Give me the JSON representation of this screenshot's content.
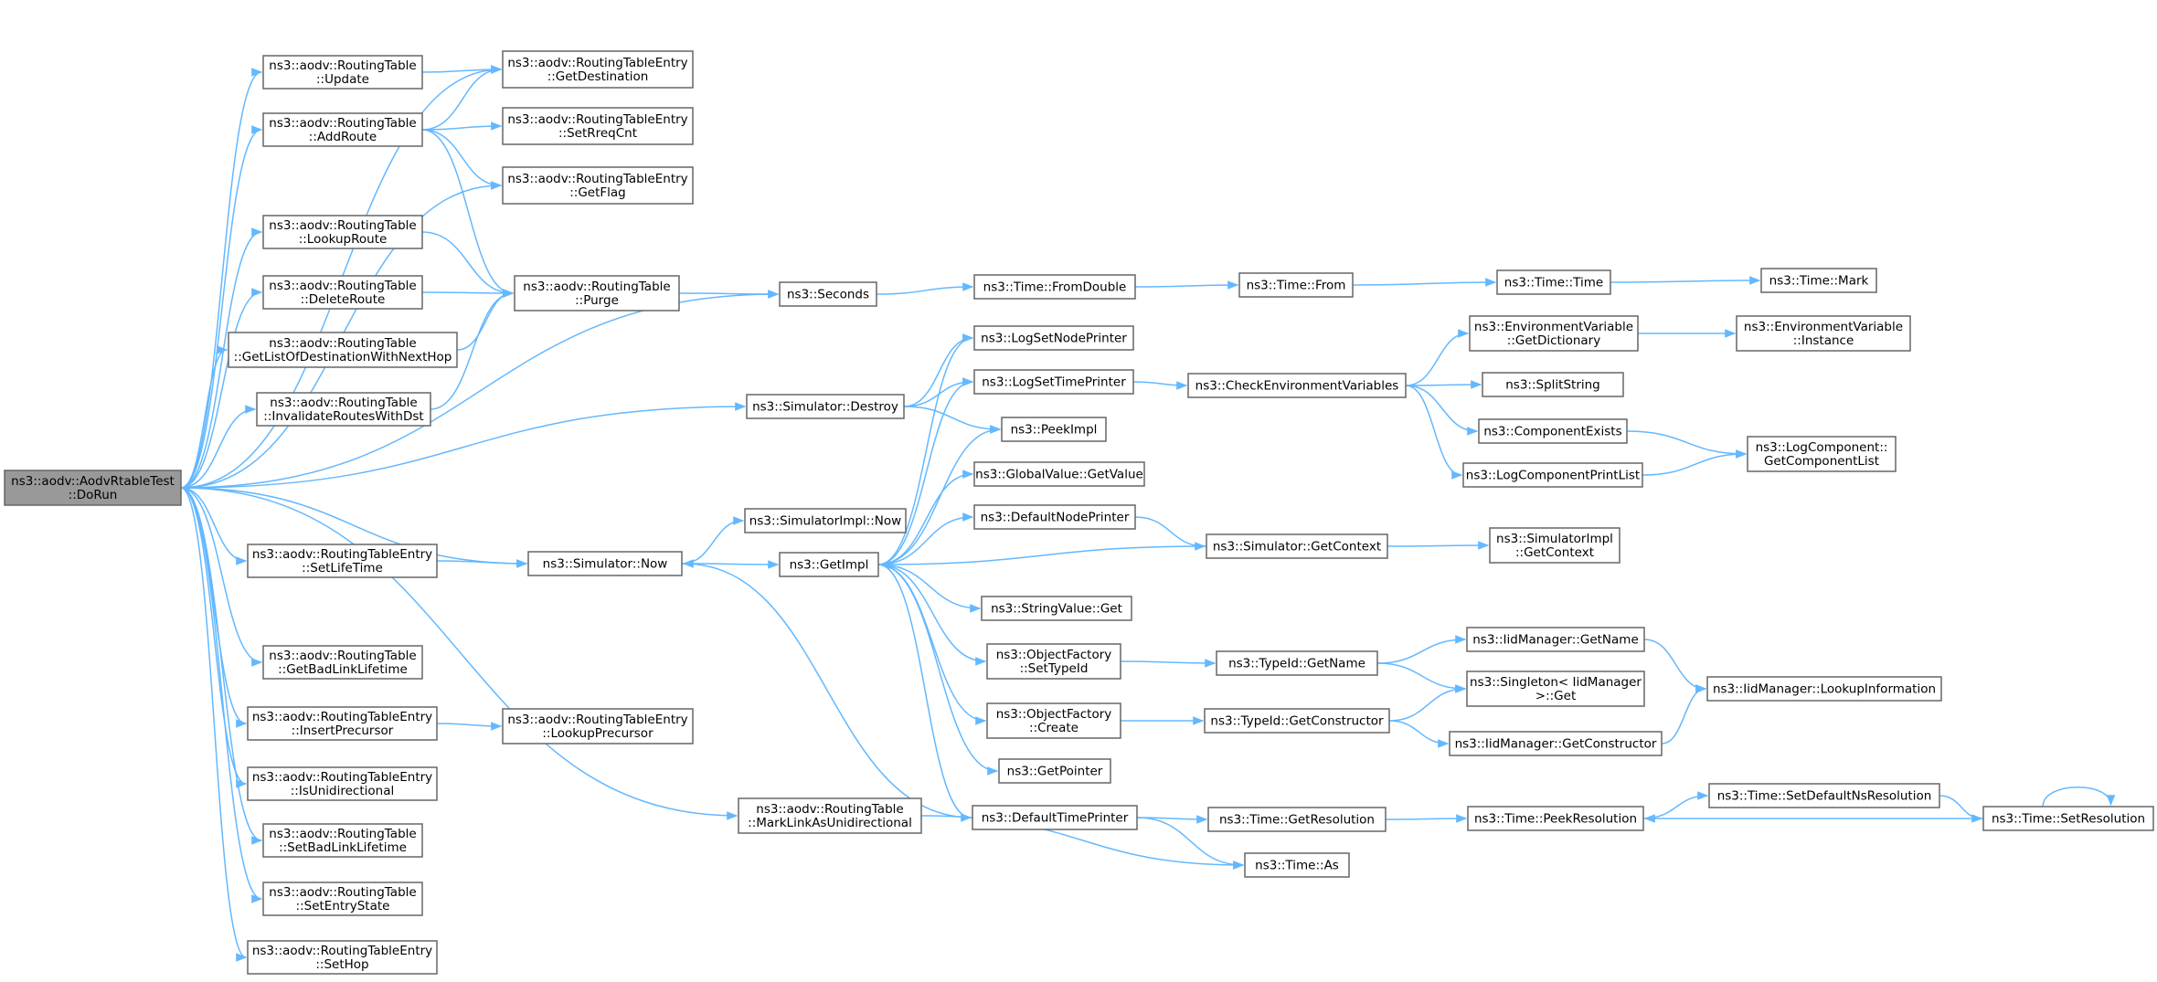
{
  "graph": {
    "title": "",
    "edge_color": "#63b8ff",
    "node_border_color": "#666666",
    "root_fill_color": "#999999",
    "nodes": [
      {
        "id": "root",
        "name": "node-aodvrtabletest-dorun",
        "lines": [
          "ns3::aodv::AodvRtableTest",
          "::DoRun"
        ],
        "root": true
      },
      {
        "id": "rt_update",
        "name": "node-routingtable-update",
        "lines": [
          "ns3::aodv::RoutingTable",
          "::Update"
        ]
      },
      {
        "id": "rt_addroute",
        "name": "node-routingtable-addroute",
        "lines": [
          "ns3::aodv::RoutingTable",
          "::AddRoute"
        ]
      },
      {
        "id": "rt_lookuproute",
        "name": "node-routingtable-lookuproute",
        "lines": [
          "ns3::aodv::RoutingTable",
          "::LookupRoute"
        ]
      },
      {
        "id": "rt_deleteroute",
        "name": "node-routingtable-deleteroute",
        "lines": [
          "ns3::aodv::RoutingTable",
          "::DeleteRoute"
        ]
      },
      {
        "id": "rt_getlist",
        "name": "node-routingtable-getlistofdestinationwithnexthop",
        "lines": [
          "ns3::aodv::RoutingTable",
          "::GetListOfDestinationWithNextHop"
        ]
      },
      {
        "id": "rt_invalidate",
        "name": "node-routingtable-invalidatrouteswithdst",
        "lines": [
          "ns3::aodv::RoutingTable",
          "::InvalidateRoutesWithDst"
        ]
      },
      {
        "id": "rte_setlifetime",
        "name": "node-routingtableentry-setlifetime",
        "lines": [
          "ns3::aodv::RoutingTableEntry",
          "::SetLifeTime"
        ]
      },
      {
        "id": "rt_getbadlink",
        "name": "node-routingtable-getbadlinklifetime",
        "lines": [
          "ns3::aodv::RoutingTable",
          "::GetBadLinkLifetime"
        ]
      },
      {
        "id": "rte_insertprec",
        "name": "node-routingtableentry-insertprecursor",
        "lines": [
          "ns3::aodv::RoutingTableEntry",
          "::InsertPrecursor"
        ]
      },
      {
        "id": "rte_isunidir",
        "name": "node-routingtableentry-isunidirectional",
        "lines": [
          "ns3::aodv::RoutingTableEntry",
          "::IsUnidirectional"
        ]
      },
      {
        "id": "rt_setbadlink",
        "name": "node-routingtable-setbadlinklifetime",
        "lines": [
          "ns3::aodv::RoutingTable",
          "::SetBadLinkLifetime"
        ]
      },
      {
        "id": "rt_setentrystate",
        "name": "node-routingtable-setentrystate",
        "lines": [
          "ns3::aodv::RoutingTable",
          "::SetEntryState"
        ]
      },
      {
        "id": "rte_sethop",
        "name": "node-routingtableentry-sethop",
        "lines": [
          "ns3::aodv::RoutingTableEntry",
          "::SetHop"
        ]
      },
      {
        "id": "rte_getdest",
        "name": "node-routingtableentry-getdestination",
        "lines": [
          "ns3::aodv::RoutingTableEntry",
          "::GetDestination"
        ]
      },
      {
        "id": "rte_setrreq",
        "name": "node-routingtableentry-setrreqcnt",
        "lines": [
          "ns3::aodv::RoutingTableEntry",
          "::SetRreqCnt"
        ]
      },
      {
        "id": "rte_getflag",
        "name": "node-routingtableentry-getflag",
        "lines": [
          "ns3::aodv::RoutingTableEntry",
          "::GetFlag"
        ]
      },
      {
        "id": "rt_purge",
        "name": "node-routingtable-purge",
        "lines": [
          "ns3::aodv::RoutingTable",
          "::Purge"
        ]
      },
      {
        "id": "rte_lookupprec",
        "name": "node-routingtableentry-lookupprecursor",
        "lines": [
          "ns3::aodv::RoutingTableEntry",
          "::LookupPrecursor"
        ]
      },
      {
        "id": "seconds",
        "name": "node-seconds",
        "lines": [
          "ns3::Seconds"
        ]
      },
      {
        "id": "sim_destroy",
        "name": "node-simulator-destroy",
        "lines": [
          "ns3::Simulator::Destroy"
        ]
      },
      {
        "id": "simimpl_now",
        "name": "node-simulatorimpl-now",
        "lines": [
          "ns3::SimulatorImpl::Now"
        ]
      },
      {
        "id": "sim_now",
        "name": "node-simulator-now",
        "lines": [
          "ns3::Simulator::Now"
        ]
      },
      {
        "id": "getimpl",
        "name": "node-getimpl",
        "lines": [
          "ns3::GetImpl"
        ]
      },
      {
        "id": "rt_marklink",
        "name": "node-routingtable-marklinkasunidirectional",
        "lines": [
          "ns3::aodv::RoutingTable",
          "::MarkLinkAsUnidirectional"
        ]
      },
      {
        "id": "time_fromdouble",
        "name": "node-time-fromdouble",
        "lines": [
          "ns3::Time::FromDouble"
        ]
      },
      {
        "id": "time_from",
        "name": "node-time-from",
        "lines": [
          "ns3::Time::From"
        ]
      },
      {
        "id": "time_time",
        "name": "node-time-time",
        "lines": [
          "ns3::Time::Time"
        ]
      },
      {
        "id": "time_mark",
        "name": "node-time-mark",
        "lines": [
          "ns3::Time::Mark"
        ]
      },
      {
        "id": "logsetnode",
        "name": "node-logsetnodeprinter",
        "lines": [
          "ns3::LogSetNodePrinter"
        ]
      },
      {
        "id": "logsettime",
        "name": "node-logsettimeprinter",
        "lines": [
          "ns3::LogSetTimePrinter"
        ]
      },
      {
        "id": "peekimpl",
        "name": "node-peekimpl",
        "lines": [
          "ns3::PeekImpl"
        ]
      },
      {
        "id": "gv_getvalue",
        "name": "node-globalvalue-getvalue",
        "lines": [
          "ns3::GlobalValue::GetValue"
        ]
      },
      {
        "id": "defnodeprinter",
        "name": "node-defaultnodeprinter",
        "lines": [
          "ns3::DefaultNodePrinter"
        ]
      },
      {
        "id": "sv_get",
        "name": "node-stringvalue-get",
        "lines": [
          "ns3::StringValue::Get"
        ]
      },
      {
        "id": "of_settypeid",
        "name": "node-objectfactory-settypeid",
        "lines": [
          "ns3::ObjectFactory",
          "::SetTypeId"
        ]
      },
      {
        "id": "of_create",
        "name": "node-objectfactory-create",
        "lines": [
          "ns3::ObjectFactory",
          "::Create"
        ]
      },
      {
        "id": "getpointer",
        "name": "node-getpointer",
        "lines": [
          "ns3::GetPointer"
        ]
      },
      {
        "id": "deftimeprinter",
        "name": "node-defaulttimeprinter",
        "lines": [
          "ns3::DefaultTimePrinter"
        ]
      },
      {
        "id": "checkenv",
        "name": "node-checkenvironmentvariables",
        "lines": [
          "ns3::CheckEnvironmentVariables"
        ]
      },
      {
        "id": "sim_getcontext",
        "name": "node-simulator-getcontext",
        "lines": [
          "ns3::Simulator::GetContext"
        ]
      },
      {
        "id": "typeid_getname",
        "name": "node-typeid-getname",
        "lines": [
          "ns3::TypeId::GetName"
        ]
      },
      {
        "id": "typeid_getctor",
        "name": "node-typeid-getconstructor",
        "lines": [
          "ns3::TypeId::GetConstructor"
        ]
      },
      {
        "id": "time_getres",
        "name": "node-time-getresolution",
        "lines": [
          "ns3::Time::GetResolution"
        ]
      },
      {
        "id": "time_as",
        "name": "node-time-as",
        "lines": [
          "ns3::Time::As"
        ]
      },
      {
        "id": "ev_getdict",
        "name": "node-environmentvariable-getdictionary",
        "lines": [
          "ns3::EnvironmentVariable",
          "::GetDictionary"
        ]
      },
      {
        "id": "splitstring",
        "name": "node-splitstring",
        "lines": [
          "ns3::SplitString"
        ]
      },
      {
        "id": "compexists",
        "name": "node-componentexists",
        "lines": [
          "ns3::ComponentExists"
        ]
      },
      {
        "id": "logcompprint",
        "name": "node-logcomponentprintlist",
        "lines": [
          "ns3::LogComponentPrintList"
        ]
      },
      {
        "id": "simimpl_getctx",
        "name": "node-simulatorimpl-getcontext",
        "lines": [
          "ns3::SimulatorImpl",
          "::GetContext"
        ]
      },
      {
        "id": "iid_getname",
        "name": "node-iidmanager-getname",
        "lines": [
          "ns3::IidManager::GetName"
        ]
      },
      {
        "id": "singleton_get",
        "name": "node-singleton-iidmanager-get",
        "lines": [
          "ns3::Singleton< IidManager",
          " >::Get"
        ]
      },
      {
        "id": "iid_getctor",
        "name": "node-iidmanager-getconstructor",
        "lines": [
          "ns3::IidManager::GetConstructor"
        ]
      },
      {
        "id": "time_peekres",
        "name": "node-time-peekresolution",
        "lines": [
          "ns3::Time::PeekResolution"
        ]
      },
      {
        "id": "time_setdefns",
        "name": "node-time-setdefaultnsresolution",
        "lines": [
          "ns3::Time::SetDefaultNsResolution"
        ]
      },
      {
        "id": "ev_instance",
        "name": "node-environmentvariable-instance",
        "lines": [
          "ns3::EnvironmentVariable",
          "::Instance"
        ]
      },
      {
        "id": "logcomp_getlist",
        "name": "node-logcomponent-getcomponentlist",
        "lines": [
          "ns3::LogComponent::",
          "GetComponentList"
        ]
      },
      {
        "id": "iid_lookupinfo",
        "name": "node-iidmanager-lookupinformation",
        "lines": [
          "ns3::IidManager::LookupInformation"
        ]
      },
      {
        "id": "time_setres",
        "name": "node-time-setresolution",
        "lines": [
          "ns3::Time::SetResolution"
        ]
      }
    ],
    "edges": [
      [
        "root",
        "rt_update"
      ],
      [
        "root",
        "rt_addroute"
      ],
      [
        "root",
        "rte_getdest"
      ],
      [
        "root",
        "rte_getflag"
      ],
      [
        "root",
        "rt_lookuproute"
      ],
      [
        "root",
        "rt_deleteroute"
      ],
      [
        "root",
        "rt_getlist"
      ],
      [
        "root",
        "rt_invalidate"
      ],
      [
        "root",
        "seconds"
      ],
      [
        "root",
        "sim_destroy"
      ],
      [
        "root",
        "rte_setlifetime"
      ],
      [
        "root",
        "sim_now"
      ],
      [
        "root",
        "rt_getbadlink"
      ],
      [
        "root",
        "rte_insertprec"
      ],
      [
        "root",
        "rte_isunidir"
      ],
      [
        "root",
        "rt_setbadlink"
      ],
      [
        "root",
        "rt_setentrystate"
      ],
      [
        "root",
        "rte_sethop"
      ],
      [
        "root",
        "rt_marklink"
      ],
      [
        "rt_update",
        "rte_getdest"
      ],
      [
        "rt_addroute",
        "rte_getdest"
      ],
      [
        "rt_addroute",
        "rte_setrreq"
      ],
      [
        "rt_addroute",
        "rte_getflag"
      ],
      [
        "rt_addroute",
        "rt_purge"
      ],
      [
        "rt_lookuproute",
        "rt_purge"
      ],
      [
        "rt_deleteroute",
        "rt_purge"
      ],
      [
        "rt_getlist",
        "rt_purge"
      ],
      [
        "rt_invalidate",
        "rt_purge"
      ],
      [
        "rt_purge",
        "seconds"
      ],
      [
        "rte_setlifetime",
        "sim_now"
      ],
      [
        "rte_insertprec",
        "rte_lookupprec"
      ],
      [
        "seconds",
        "time_fromdouble"
      ],
      [
        "time_fromdouble",
        "time_from"
      ],
      [
        "time_from",
        "time_time"
      ],
      [
        "time_time",
        "time_mark"
      ],
      [
        "sim_destroy",
        "logsetnode"
      ],
      [
        "sim_destroy",
        "logsettime"
      ],
      [
        "sim_destroy",
        "peekimpl"
      ],
      [
        "sim_now",
        "simimpl_now"
      ],
      [
        "sim_now",
        "getimpl"
      ],
      [
        "getimpl",
        "logsetnode"
      ],
      [
        "getimpl",
        "logsettime"
      ],
      [
        "getimpl",
        "peekimpl"
      ],
      [
        "getimpl",
        "gv_getvalue"
      ],
      [
        "getimpl",
        "defnodeprinter"
      ],
      [
        "getimpl",
        "sv_get"
      ],
      [
        "getimpl",
        "of_settypeid"
      ],
      [
        "getimpl",
        "of_create"
      ],
      [
        "getimpl",
        "getpointer"
      ],
      [
        "getimpl",
        "deftimeprinter"
      ],
      [
        "rt_marklink",
        "time_as"
      ],
      [
        "logsettime",
        "checkenv"
      ],
      [
        "defnodeprinter",
        "sim_getcontext"
      ],
      [
        "sim_getcontext",
        "getimpl"
      ],
      [
        "sim_getcontext",
        "simimpl_getctx"
      ],
      [
        "of_settypeid",
        "typeid_getname"
      ],
      [
        "of_create",
        "typeid_getctor"
      ],
      [
        "deftimeprinter",
        "sim_now"
      ],
      [
        "deftimeprinter",
        "time_getres"
      ],
      [
        "deftimeprinter",
        "time_as"
      ],
      [
        "checkenv",
        "ev_getdict"
      ],
      [
        "checkenv",
        "splitstring"
      ],
      [
        "checkenv",
        "compexists"
      ],
      [
        "checkenv",
        "logcompprint"
      ],
      [
        "ev_getdict",
        "ev_instance"
      ],
      [
        "compexists",
        "logcomp_getlist"
      ],
      [
        "logcompprint",
        "logcomp_getlist"
      ],
      [
        "typeid_getname",
        "iid_getname"
      ],
      [
        "typeid_getname",
        "singleton_get"
      ],
      [
        "typeid_getctor",
        "singleton_get"
      ],
      [
        "typeid_getctor",
        "iid_getctor"
      ],
      [
        "iid_getname",
        "iid_lookupinfo"
      ],
      [
        "iid_getctor",
        "iid_lookupinfo"
      ],
      [
        "time_getres",
        "time_peekres"
      ],
      [
        "time_peekres",
        "time_setdefns"
      ],
      [
        "time_setdefns",
        "time_setres"
      ],
      [
        "time_setres",
        "time_peekres"
      ],
      [
        "time_setres",
        "time_setres"
      ]
    ]
  }
}
